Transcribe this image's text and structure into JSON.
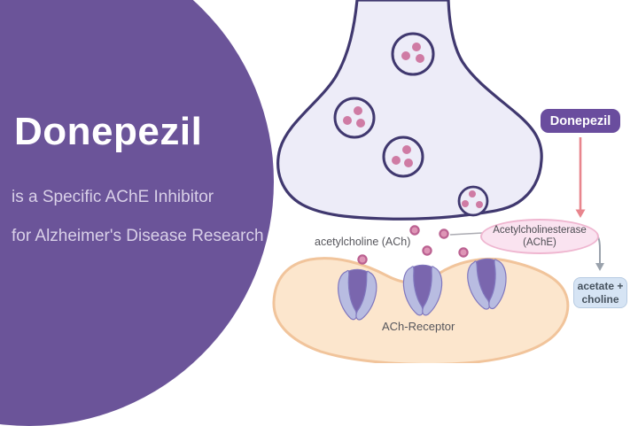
{
  "colors": {
    "page_bg": "#FFFFFF",
    "panel_purple": "#6B5499",
    "panel_title_color": "#FFFFFF",
    "panel_subtitle_color": "#D9D0E8",
    "chip_bg": "#6A4D9E",
    "chip_text": "#FFFFFF",
    "synapse_fill": "#EDECF8",
    "synapse_stroke": "#40386F",
    "dot_fill": "#DE95B6",
    "dot_stroke": "#BB6191",
    "vesicle_dot": "#CF7BA4",
    "membrane_fill": "#FCE6CD",
    "membrane_stroke": "#F1C49B",
    "receptor_dark": "#7A66AE",
    "receptor_light": "#B8BCE1",
    "receptor_stroke": "#8077BE",
    "ache_bg": "#FAE3F0",
    "ache_border": "#EFB6D0",
    "ache_text": "#4C4C52",
    "acetate_bg": "#D6E4F4",
    "acetate_border": "#B7CBE2",
    "acetate_text": "#46525E",
    "label_color": "#56565C",
    "inhibit_arrow": "#E8858D",
    "gray_arrow": "#9AA2AC",
    "connector_line": "#ABABB2"
  },
  "left_panel": {
    "title": "Donepezil",
    "subtitle_line1": "is a Specific AChE Inhibitor",
    "subtitle_line2": "for Alzheimer's Disease Research"
  },
  "diagram": {
    "inhibitor_chip_label": "Donepezil",
    "enzyme_line1": "Acetylcholinesterase",
    "enzyme_line2": "(AChE)",
    "products_line1": "acetate +",
    "products_line2": "choline",
    "neurotransmitter_label": "acetylcholine (ACh)",
    "receptor_label": "ACh-Receptor"
  }
}
